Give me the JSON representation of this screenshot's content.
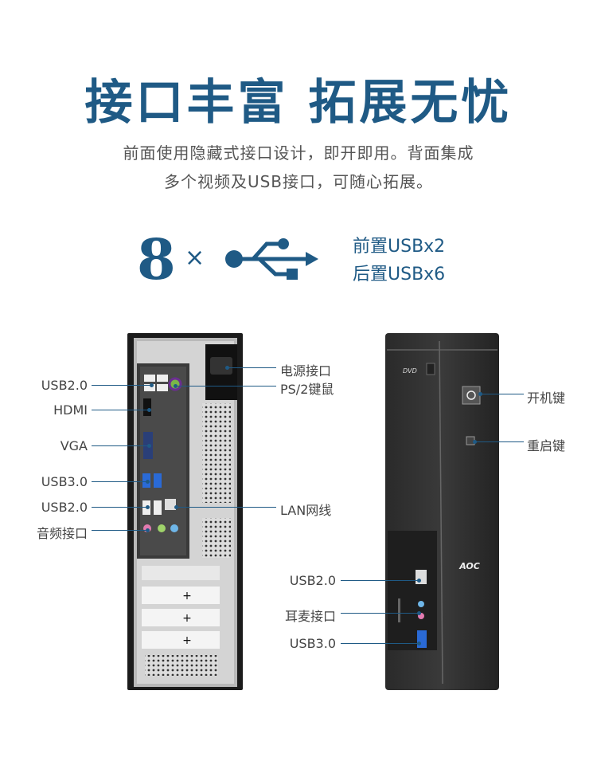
{
  "header": {
    "title": "接口丰富 拓展无忧",
    "subtitle_line1": "前面使用隐藏式接口设计，即开即用。背面集成",
    "subtitle_line2": "多个视频及USB接口，可随心拓展。"
  },
  "usb_summary": {
    "count": "8",
    "times": "×",
    "front": "前置USBx2",
    "rear": "后置USBx6"
  },
  "rear_labels": {
    "usb20_top": "USB2.0",
    "hdmi": "HDMI",
    "vga": "VGA",
    "usb30": "USB3.0",
    "usb20_bottom": "USB2.0",
    "audio": "音频接口",
    "power": "电源接口",
    "ps2": "PS/2键鼠",
    "lan": "LAN网线"
  },
  "front_labels": {
    "power_btn": "开机键",
    "reset_btn": "重启键",
    "usb20": "USB2.0",
    "headphone": "耳麦接口",
    "usb30": "USB3.0",
    "brand": "AOC",
    "dvd": "DVD"
  },
  "colors": {
    "accent": "#1f5a85",
    "case_dark": "#1b1b1b",
    "panel_silver": "#c9c9c9"
  }
}
